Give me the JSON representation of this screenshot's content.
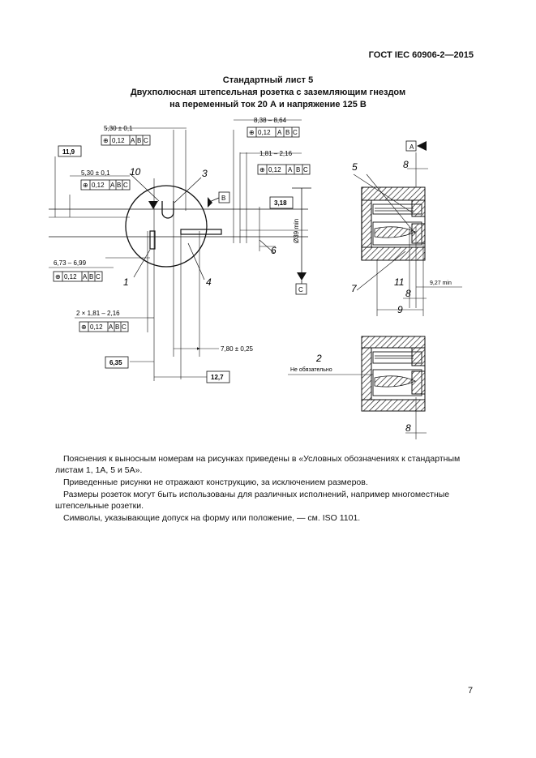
{
  "header": {
    "standard": "ГОСТ IEC 60906-2—2015"
  },
  "title": {
    "line1": "Стандартный лист 5",
    "line2": "Двухполюсная штепсельная розетка с заземляющим гнездом",
    "line3": "на переменный ток 20 А и напряжение 125 В"
  },
  "drawing": {
    "dims": {
      "d_530a": "5,30 ± 0,1",
      "d_836": "8,38 – 8,64",
      "d_181_216": "1,81 – 2,16",
      "d_119": "11,9",
      "d_530b": "5,30 ± 0,1",
      "d_318": "3,18",
      "d_239": "Ø39 min",
      "d_673": "6,73 – 6,99",
      "d_2x": "2 × 1,81 – 2,16",
      "d_780": "7,80 ± 0,25",
      "d_635": "6,35",
      "d_127": "12,7",
      "s_8a": "8",
      "s_8b": "8",
      "s_8c": "8",
      "s_9": "9",
      "s_927": "9,27 min",
      "s_11": "11"
    },
    "tolerance": {
      "symbol": "⊕",
      "value": "0,12",
      "a": "A",
      "b": "B",
      "c": "C"
    },
    "datums": {
      "a": "A",
      "b": "B",
      "c": "C"
    },
    "callouts": {
      "n1": "1",
      "n2": "2",
      "n3": "3",
      "n4": "4",
      "n5": "5",
      "n6": "6",
      "n7": "7",
      "n10": "10"
    },
    "optional_label": "Не обязательно"
  },
  "notes": [
    "Пояснения к выносным номерам на рисунках приведены в «Условных обозначениях к стандартным листам 1, 1А, 5 и 5А».",
    "Приведенные рисунки не отражают конструкцию, за исключением размеров.",
    "Размеры розеток могут быть использованы для различных исполнений, например многоместные штепсельные розетки.",
    "Символы, указывающие допуск на форму или положение, — см. ISO 1101."
  ],
  "page_number": "7"
}
